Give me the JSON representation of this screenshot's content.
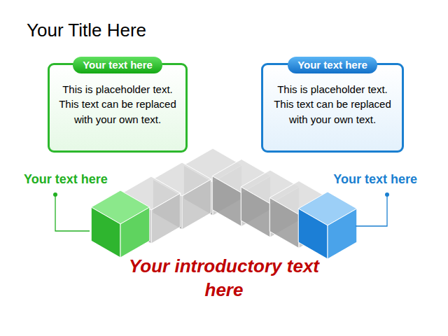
{
  "diagram": {
    "title": "Your Title Here",
    "nodes": [
      {
        "text": [
          "Your text here",
          "This is placeholder text. This text can be replaced with your own text."
        ]
      },
      {
        "text": [
          "Your text here",
          "This is placeholder text. This text can be replaced with your own text."
        ]
      }
    ],
    "labels": [
      "Your text here",
      "Your text here",
      "Your introductory text here"
    ]
  }
}
